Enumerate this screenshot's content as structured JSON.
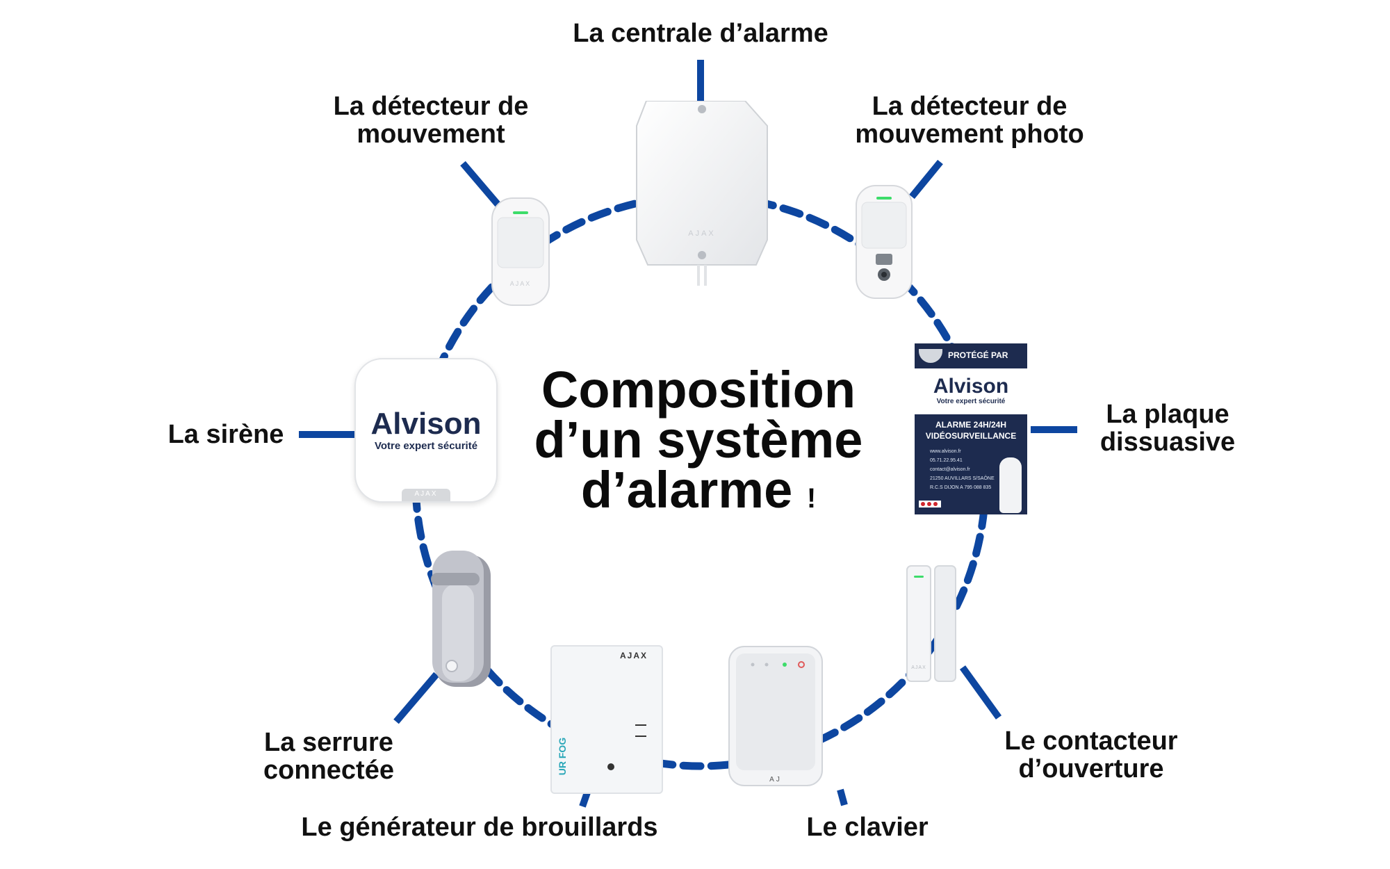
{
  "title": {
    "line1": "Composition",
    "line2": "d’un système",
    "line3": "d’alarme",
    "bang": "!"
  },
  "components": {
    "centrale": {
      "label": "La centrale d’alarme",
      "brand": "AJAX"
    },
    "detecteur_mouvement": {
      "label_line1": "La détecteur de",
      "label_line2": "mouvement",
      "brand": "AJAX"
    },
    "detecteur_photo": {
      "label_line1": "La détecteur de",
      "label_line2": "mouvement photo"
    },
    "sirene": {
      "label": "La sirène",
      "brand_name": "Alvison",
      "brand_tagline": "Votre expert sécurité",
      "maker": "AJAX"
    },
    "plaque": {
      "label_line1": "La plaque",
      "label_line2": "dissuasive",
      "header": "PROTÉGÉ PAR",
      "brand_name": "Alvison",
      "brand_tagline": "Votre expert sécurité",
      "band_line1": "ALARME 24H/24H",
      "band_line2": "VIDÉOSURVEILLANCE",
      "info": [
        "www.alvison.fr",
        "05.71.22.95.41",
        "contact@alvison.fr",
        "21250 AUVILLARS S/SAÔNE",
        "R.C.S DIJON A 795 088 835"
      ]
    },
    "serrure": {
      "label_line1": "La serrure",
      "label_line2": "connectée"
    },
    "brouillard": {
      "label": "Le générateur de brouillards",
      "brand": "AJAX",
      "side_text": "UR FOG"
    },
    "clavier": {
      "label": "Le clavier",
      "brand": "AJ"
    },
    "contacteur": {
      "label_line1": "Le contacteur",
      "label_line2": "d’ouverture",
      "brand": "AJAX"
    }
  },
  "colors": {
    "ring": "#0d46a0",
    "text": "#111111",
    "plaque_bg": "#1d2b4f"
  }
}
